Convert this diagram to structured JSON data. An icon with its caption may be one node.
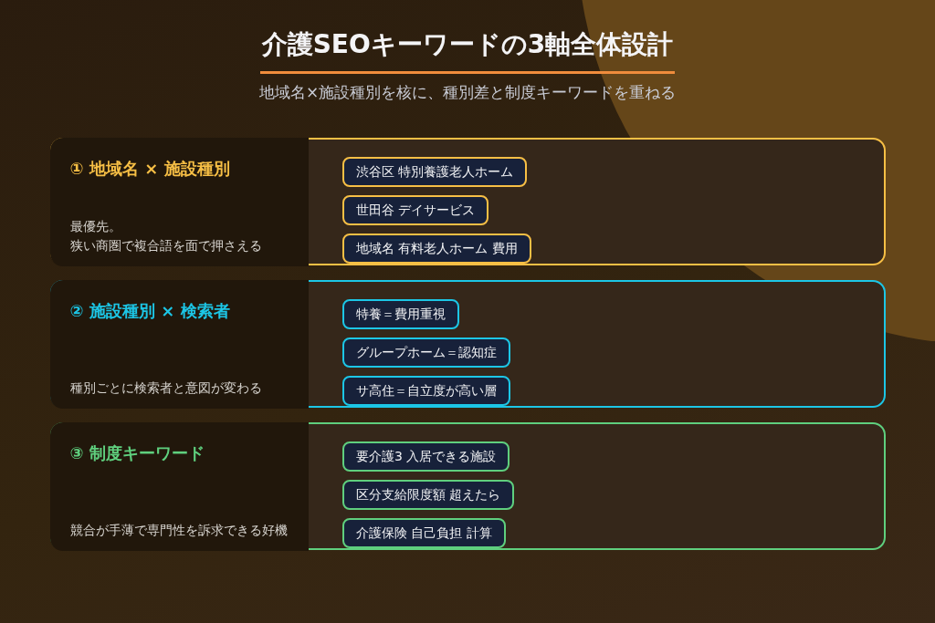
{
  "diagram": {
    "title": "介護SEOキーワードの3軸全体設計",
    "nodes": [
      {
        "text": [
          "① 地域名 × 施設種別",
          "最優先。",
          "狭い商圏で複合語を面で押さえる"
        ]
      },
      {
        "text": [
          "渋谷区 特別養護老人ホーム"
        ],
        "in": 0
      },
      {
        "text": [
          "世田谷 デイサービス"
        ],
        "in": 0
      },
      {
        "text": [
          "地域名 有料老人ホーム 費用"
        ],
        "in": 0
      },
      {
        "text": [
          "② 施設種別 × 検索者",
          "種別ごとに検索者と意図が変わる"
        ]
      },
      {
        "text": [
          "特養＝費用重視"
        ],
        "in": 4
      },
      {
        "text": [
          "グループホーム＝認知症"
        ],
        "in": 4
      },
      {
        "text": [
          "サ高住＝自立度が高い層"
        ],
        "in": 4
      },
      {
        "text": [
          "③ 制度キーワード",
          "競合が手薄で専門性を訴求できる好機"
        ]
      },
      {
        "text": [
          "要介護3 入居できる施設"
        ],
        "in": 8
      },
      {
        "text": [
          "区分支給限度額 超えたら"
        ],
        "in": 8
      },
      {
        "text": [
          "介護保険 自己負担 計算"
        ],
        "in": 8
      }
    ],
    "labels": [
      "地域名×施設種別を核に、種別差と制度キーワードを重ねる"
    ]
  }
}
